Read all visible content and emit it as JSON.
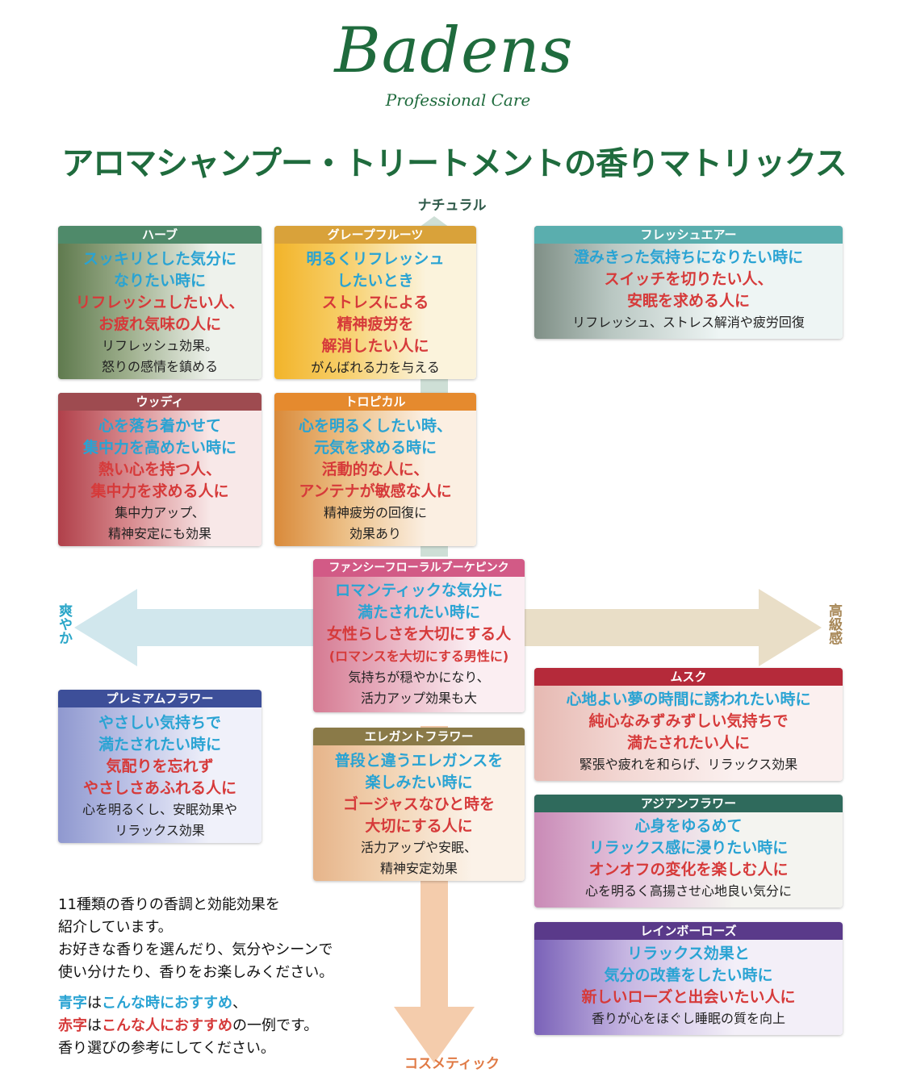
{
  "brand": {
    "name": "Badens",
    "subtitle": "Professional Care",
    "color": "#1f6b3d"
  },
  "title": "アロマシャンプー・トリートメントの香りマトリックス",
  "axes": {
    "top": "ナチュラル",
    "bottom": "コスメティック",
    "left": "爽やか",
    "right": "高級感"
  },
  "cards": {
    "herb": {
      "title": "ハーブ",
      "header_color": "#4f8a6a",
      "lines_blue": [
        "スッキリとした気分に",
        "なりたい時に"
      ],
      "lines_red": [
        "リフレッシュしたい人、",
        "お疲れ気味の人に"
      ],
      "notes": [
        "リフレッシュ効果。",
        "怒りの感情を鎮める"
      ]
    },
    "grapefruit": {
      "title": "グレープフルーツ",
      "header_color": "#d9a23a",
      "lines_blue": [
        "明るくリフレッシュ",
        "したいとき"
      ],
      "lines_red": [
        "ストレスによる",
        "精神疲労を",
        "解消したい人に"
      ],
      "notes": [
        "がんばれる力を与える"
      ]
    },
    "fresh_air": {
      "title": "フレッシュエアー",
      "header_color": "#5aaeae",
      "lines_blue": [
        "澄みきった気持ちになりたい時に"
      ],
      "lines_red": [
        "スイッチを切りたい人、",
        "安眠を求める人に"
      ],
      "notes": [
        "リフレッシュ、ストレス解消や疲労回復"
      ]
    },
    "woody": {
      "title": "ウッディ",
      "header_color": "#9e4b50",
      "lines_blue": [
        "心を落ち着かせて",
        "集中力を高めたい時に"
      ],
      "lines_red": [
        "熱い心を持つ人、",
        "集中力を求める人に"
      ],
      "notes": [
        "集中力アップ、",
        "精神安定にも効果"
      ]
    },
    "tropical": {
      "title": "トロピカル",
      "header_color": "#e58a2e",
      "lines_blue": [
        "心を明るくしたい時、",
        "元気を求める時に"
      ],
      "lines_red": [
        "活動的な人に、",
        "アンテナが敏感な人に"
      ],
      "notes": [
        "精神疲労の回復に",
        "効果あり"
      ]
    },
    "fancy_floral": {
      "title": "ファンシーフローラルブーケピンク",
      "header_color": "#d25a86",
      "lines_blue": [
        "ロマンティックな気分に",
        "満たされたい時に"
      ],
      "lines_red": [
        "女性らしさを大切にする人",
        "(ロマンスを大切にする男性に)"
      ],
      "notes": [
        "気持ちが穏やかになり、",
        "活力アップ効果も大"
      ]
    },
    "premium_flower": {
      "title": "プレミアムフラワー",
      "header_color": "#3d4f99",
      "lines_blue": [
        "やさしい気持ちで",
        "満たされたい時に"
      ],
      "lines_red": [
        "気配りを忘れず",
        "やさしさあふれる人に"
      ],
      "notes": [
        "心を明るくし、安眠効果や",
        "リラックス効果"
      ]
    },
    "musk": {
      "title": "ムスク",
      "header_color": "#b52a3a",
      "lines_blue": [
        "心地よい夢の時間に誘われたい時に"
      ],
      "lines_red": [
        "純心なみずみずしい気持ちで",
        "満たされたい人に"
      ],
      "notes": [
        "緊張や疲れを和らげ、リラックス効果"
      ]
    },
    "elegant_flower": {
      "title": "エレガントフラワー",
      "header_color": "#8a7a48",
      "lines_blue": [
        "普段と違うエレガンスを",
        "楽しみたい時に"
      ],
      "lines_red": [
        "ゴージャスなひと時を",
        "大切にする人に"
      ],
      "notes": [
        "活力アップや安眠、",
        "精神安定効果"
      ]
    },
    "asian_flower": {
      "title": "アジアンフラワー",
      "header_color": "#2f6a5c",
      "lines_blue": [
        "心身をゆるめて",
        "リラックス感に浸りたい時に"
      ],
      "lines_red": [
        "オンオフの変化を楽しむ人に"
      ],
      "notes": [
        "心を明るく高揚させ心地良い気分に"
      ]
    },
    "rainbow_rose": {
      "title": "レインボーローズ",
      "header_color": "#5a3a8a",
      "lines_blue": [
        "リラックス効果と",
        "気分の改善をしたい時に"
      ],
      "lines_red": [
        "新しいローズと出会いたい人に"
      ],
      "notes": [
        "香りが心をほぐし睡眠の質を向上"
      ]
    }
  },
  "intro": {
    "lines": [
      "11種類の香りの香調と効能効果を",
      "紹介しています。",
      "お好きな香りを選んだり、気分やシーンで",
      "使い分けたり、香りをお楽しみください。"
    ],
    "legend_blue_word": "青字",
    "legend_blue_mid": "は",
    "legend_blue_meaning": "こんな時におすすめ",
    "legend_blue_tail": "、",
    "legend_red_word": "赤字",
    "legend_red_mid": "は",
    "legend_red_meaning": "こんな人におすすめ",
    "legend_red_tail": "の一例です。",
    "closing": "香り選びの参考にしてください。"
  },
  "colors": {
    "blue_text": "#29a3d3",
    "red_text": "#d63a3a"
  }
}
